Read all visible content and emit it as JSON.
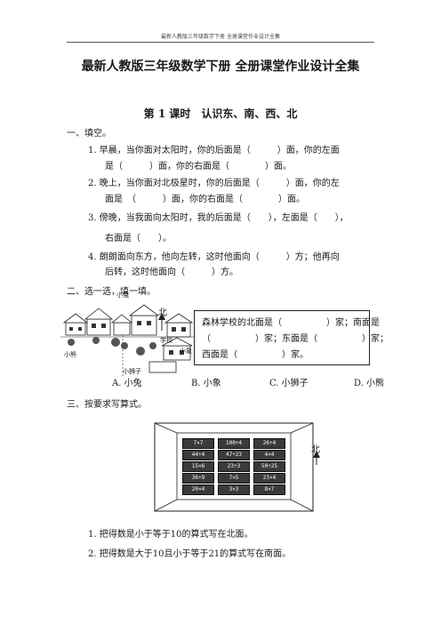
{
  "header": "最新人教版三年级数学下册 全册课堂作业设计全集",
  "title": "最新人教版三年级数学下册 全册课堂作业设计全集",
  "lesson": "第 1 课时　认识东、南、西、北",
  "section1": {
    "heading": "一、填空。",
    "lines": [
      "1.  早晨，当你面对太阳时，你的后面是（　　　）面，你的左面",
      "是（　　　）面，你的右面是（　　　　）面。",
      "2.  晚上，当你面对北极星时，你的后面是（　　　）面，你的左",
      "面是　（　　　）面，你的右面是（　　　　）面。",
      "3.  傍晚，当我面向太阳时，我的后面是（　　），左面是（　　），",
      "右面是（　　）。",
      "4. 朗朗面向东方，他向左转，这时他面向（　　　）方；他再向",
      "后转，这时他面向（　　　）方。"
    ]
  },
  "section2": {
    "heading": "二、选一选，填一填。",
    "box_lines": [
      "森林学校的北面是（　　　　　）家；南面是",
      "（　　　　　）家；东面是（　　　　　）家；",
      "西面是（　　　　　）家。"
    ],
    "map_labels": {
      "rabbit": "小兔",
      "school": "学校",
      "north": "北",
      "bear": "小熊",
      "elephant": "小象",
      "lion": "小狮子"
    },
    "options": [
      "A.  小兔",
      "B.  小象",
      "C.  小狮子",
      "D.  小熊"
    ]
  },
  "section3": {
    "heading": "三、按要求写算式。",
    "north": "北",
    "cards": [
      [
        "7×7",
        "100÷4",
        "26÷4"
      ],
      [
        "44÷4",
        "47÷23",
        "4×4"
      ],
      [
        "15×6",
        "23÷3",
        "50÷25"
      ],
      [
        "36÷9",
        "7×5",
        "23×4"
      ],
      [
        "20×4",
        "3×3",
        "8×7"
      ]
    ],
    "tasks": [
      "1.  把得数是小于等于10的算式写在北面。",
      "2.  把得数是大于10且小于等于21的算式写在南面。"
    ]
  }
}
